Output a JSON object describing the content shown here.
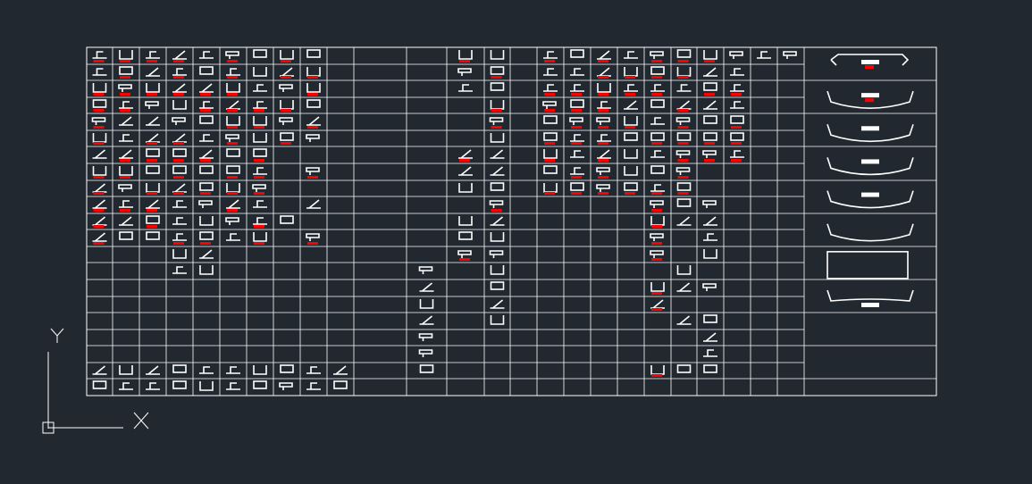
{
  "app": {
    "type": "CAD model space viewport"
  },
  "colors": {
    "background": "#212830",
    "lines": "#ffffff",
    "highlight": "#ff0000"
  },
  "ucs_icon": {
    "x_label": "X",
    "y_label": "Y"
  },
  "drawing": {
    "description_visible": false
  }
}
